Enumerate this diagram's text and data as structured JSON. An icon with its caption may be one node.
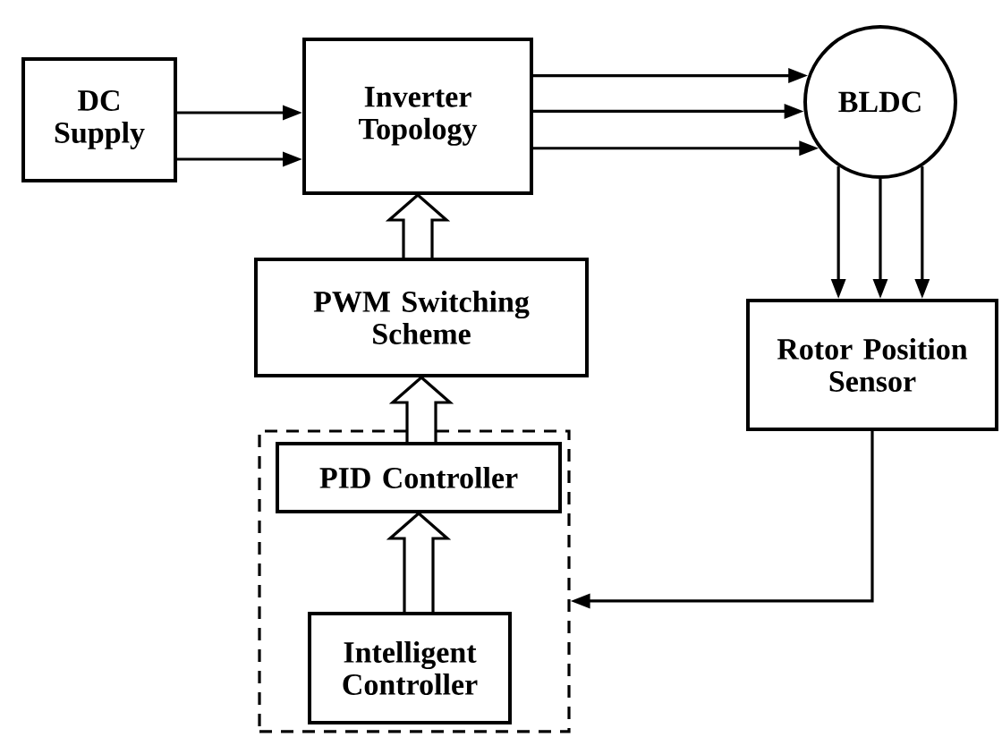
{
  "diagram": {
    "nodes": [
      {
        "text": [
          "DC Supply"
        ]
      },
      {
        "text": [
          "Inverter Topology"
        ]
      },
      {
        "text": [
          "BLDC"
        ]
      },
      {
        "text": [
          "PWM Switching Scheme"
        ]
      },
      {
        "text": [
          "Rotor Position Sensor"
        ]
      },
      {
        "text": [],
        "shape": "box"
      },
      {
        "text": [
          "PID Controller"
        ],
        "in": 5
      },
      {
        "text": [
          "Intelligent Controller"
        ],
        "in": 5
      }
    ],
    "edges": [
      {
        "from": 0,
        "to": 1,
        "arrow": "to"
      },
      {
        "from": 0,
        "to": 1,
        "arrow": "to"
      },
      {
        "from": 1,
        "to": 2,
        "arrow": "to"
      },
      {
        "from": 1,
        "to": 2,
        "arrow": "to"
      },
      {
        "from": 1,
        "to": 2,
        "arrow": "to"
      },
      {
        "from": 2,
        "to": 4,
        "arrow": "to"
      },
      {
        "from": 2,
        "to": 4,
        "arrow": "to"
      },
      {
        "from": 2,
        "to": 4,
        "arrow": "to"
      },
      {
        "from": 3,
        "to": 1,
        "arrow": "to",
        "style": "thick"
      },
      {
        "from": 6,
        "to": 3,
        "arrow": "to",
        "style": "thick"
      },
      {
        "from": 7,
        "to": 6,
        "arrow": "to",
        "style": "thick"
      },
      {
        "from": 4,
        "to": 5,
        "arrow": "to"
      }
    ]
  }
}
